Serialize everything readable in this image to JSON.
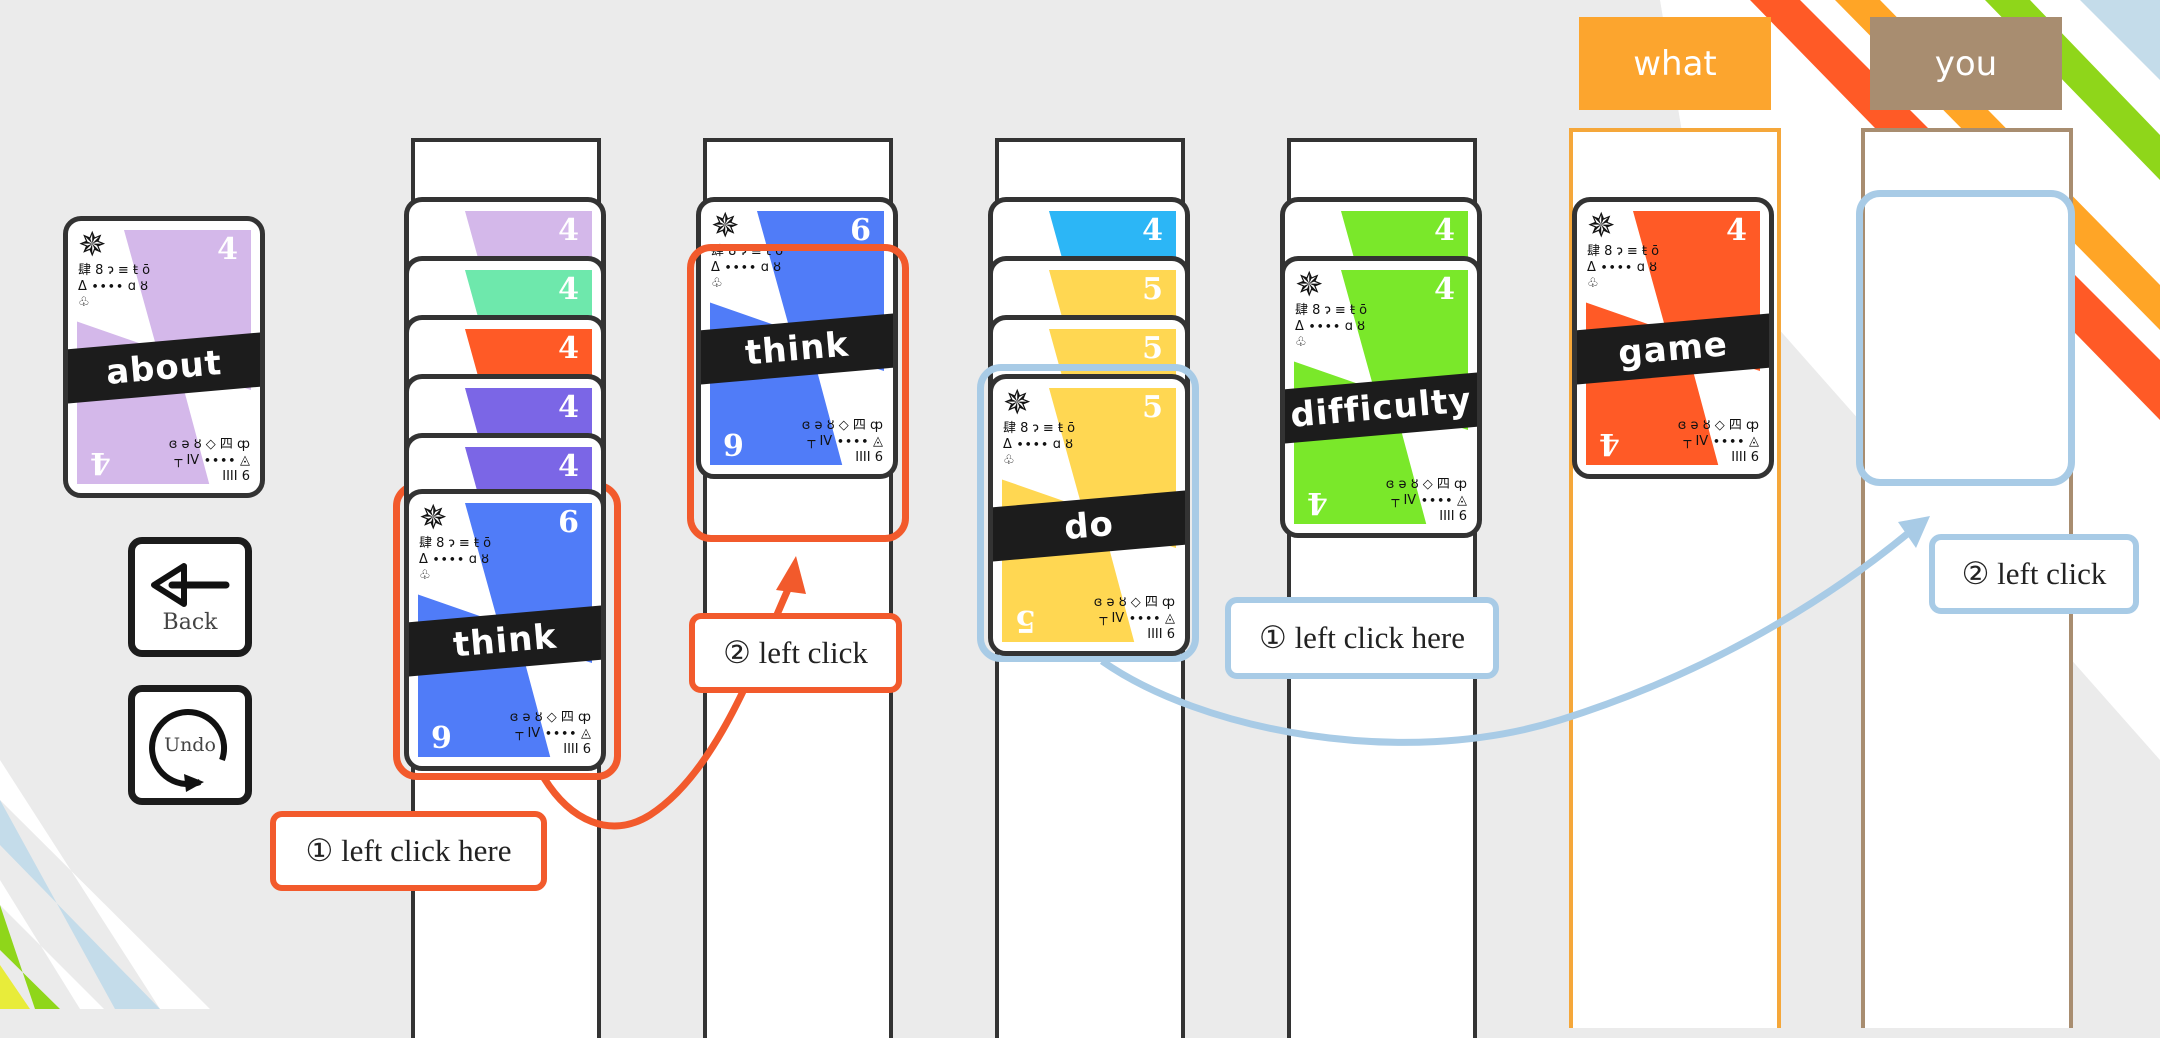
{
  "colors": {
    "red": "#f25a2c",
    "blue": "#a8cbe6",
    "what": "#fca52e",
    "you": "#a88d70",
    "stripe_red": "#ff5a26",
    "stripe_orange": "#ffa526",
    "stripe_green": "#8fd61a",
    "stripe_blue": "#c4dcea",
    "stripe_yellow": "#e8ec3a"
  },
  "card_art": {
    "top_left": "肆 8 ɂ\n\n\n    ≡\nŧ ō Δ ∙∙∙∙\n ɑ ȣ ♧",
    "compass": "✵",
    "bottom_right": "ɞ ə ȣ\n◇ 四\nȹ ┬ IV\n∙∙∙∙ ◬\nIIII 6"
  },
  "sidebar": {
    "about_card": {
      "label": "about",
      "number": "4",
      "color": "#d4b8ea"
    },
    "back_label": "Back",
    "undo_label": "Undo"
  },
  "headers": {
    "what": "what",
    "you": "you"
  },
  "columns": [
    {
      "cards": [
        {
          "number": "4",
          "color": "#d4b8ea"
        },
        {
          "number": "4",
          "color": "#6ee8ac"
        },
        {
          "number": "4",
          "color": "#ff5a26"
        },
        {
          "number": "4",
          "color": "#7b66e6"
        },
        {
          "number": "4",
          "color": "#7b66e6"
        },
        {
          "number": "6",
          "color": "#507cf8",
          "label": "think"
        }
      ]
    },
    {
      "cards": [
        {
          "number": "6",
          "color": "#507cf8",
          "label": "think"
        }
      ]
    },
    {
      "cards": [
        {
          "number": "4",
          "color": "#2cb6f6"
        },
        {
          "number": "5",
          "color": "#ffd752"
        },
        {
          "number": "5",
          "color": "#ffd752"
        },
        {
          "number": "5",
          "color": "#ffd752",
          "label": "do"
        }
      ]
    },
    {
      "cards": [
        {
          "number": "4",
          "color": "#7ae82a"
        },
        {
          "number": "4",
          "color": "#7ae82a",
          "label": "difficulty"
        }
      ]
    },
    {
      "cards": [
        {
          "number": "4",
          "color": "#ff5a26",
          "label": "game"
        }
      ]
    },
    {
      "cards": []
    }
  ],
  "annotations": {
    "red_step1": "① left click here",
    "red_step2": "② left click",
    "blue_step1": "① left click here",
    "blue_step2": "② left click"
  }
}
